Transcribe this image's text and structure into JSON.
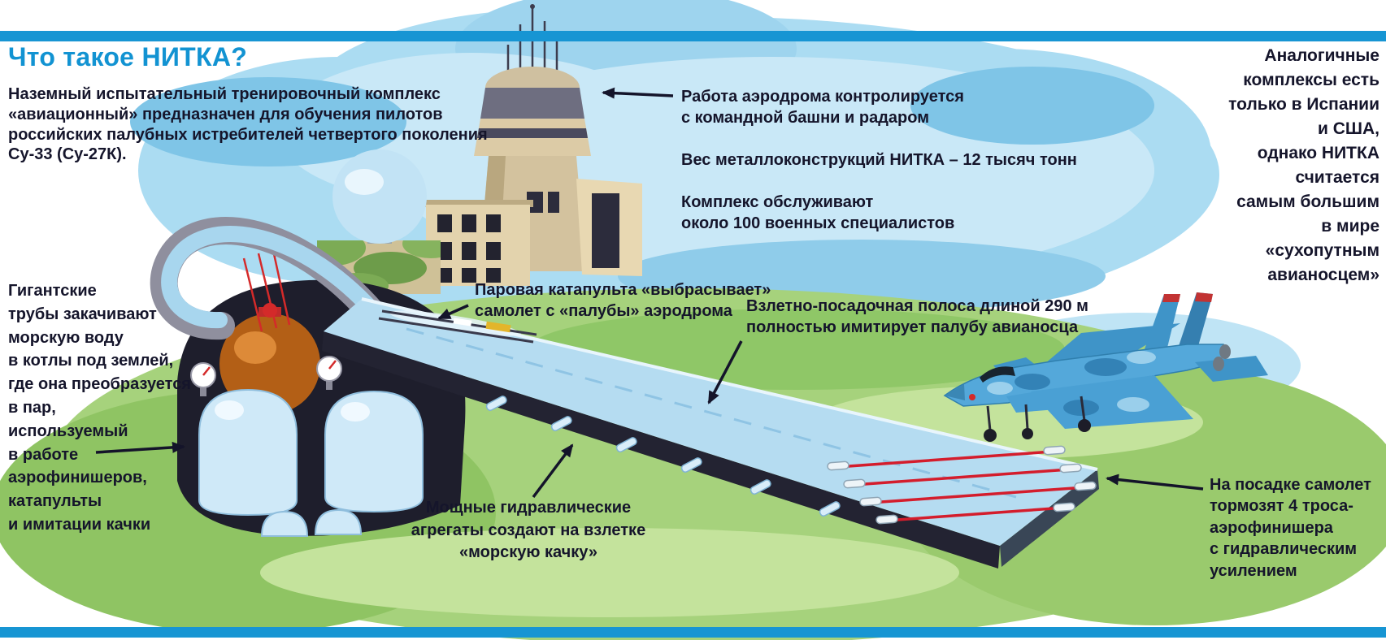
{
  "header": {
    "title": "Что такое НИТКА?"
  },
  "intro": "Наземный испытательный тренировочный комплекс\n«авиационный» предназначен для обучения пилотов\nроссийских палубных истребителей четвертого поколения\nСу-33 (Су-27К).",
  "annotations": {
    "pipes": "Гигантские\nтрубы закачивают\nморскую воду\nв котлы под землей,\nгде она преобразуется\nв пар,\nиспользуемый\nв работе\nаэрофинишеров,\nкатапульты\nи имитации качки",
    "tower": "Работа аэродрома контролируется\nс командной башни и радаром",
    "weight": "Вес металлоконструкций НИТКА – 12 тысяч тонн",
    "staff": "Комплекс обслуживают\nоколо 100 военных специалистов",
    "catapult": "Паровая катапульта «выбрасывает»\nсамолет с «палубы» аэродрома",
    "runway": "Взлетно-посадочная полоса длиной 290 м\nполностью имитирует палубу авианосца",
    "hydraulics": "Мощные гидравлические\nагрегаты создают на взлетке\n«морскую качку»",
    "analogues": "Аналогичные\nкомплексы есть\nтолько в Испании\nи США,\nоднако НИТКА\nсчитается\nсамым большим\nв мире\n«сухопутным\nавианосцем»",
    "landing": "На посадке самолет\nтормозят 4 троса-\nаэрофинишера\nс гидравлическим\nусилением"
  },
  "colors": {
    "bar_blue": "#1795d3",
    "title_blue": "#1293d2",
    "text_dark": "#15152b",
    "sky_blue": "#abdcf2",
    "ground_green": "#a6d27c",
    "deck_blue": "#b5dcf1",
    "arresting_wire_red": "#d41d2c"
  }
}
